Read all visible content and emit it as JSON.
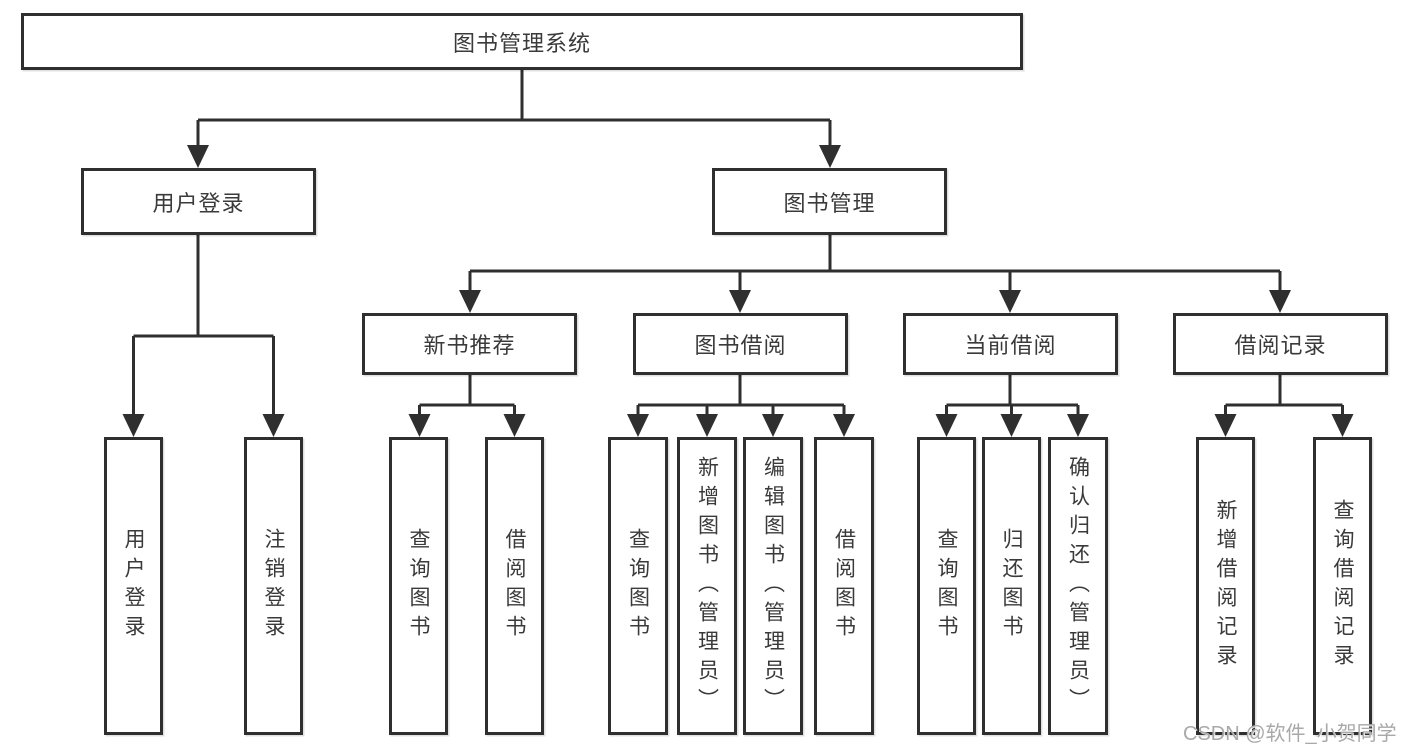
{
  "tree": {
    "label": "图书管理系统",
    "children": [
      {
        "label": "用户登录",
        "children": [
          {
            "label": "用户登录"
          },
          {
            "label": "注销登录"
          }
        ]
      },
      {
        "label": "图书管理",
        "children": [
          {
            "label": "新书推荐",
            "children": [
              {
                "label": "查询图书"
              },
              {
                "label": "借阅图书"
              }
            ]
          },
          {
            "label": "图书借阅",
            "children": [
              {
                "label": "查询图书"
              },
              {
                "label": "新增图书（管理员）"
              },
              {
                "label": "编辑图书（管理员）"
              },
              {
                "label": "借阅图书"
              }
            ]
          },
          {
            "label": "当前借阅",
            "children": [
              {
                "label": "查询图书"
              },
              {
                "label": "归还图书"
              },
              {
                "label": "确认归还（管理员）"
              }
            ]
          },
          {
            "label": "借阅记录",
            "children": [
              {
                "label": "新增借阅记录"
              },
              {
                "label": "查询借阅记录"
              }
            ]
          }
        ]
      }
    ]
  },
  "watermark": {
    "text": "CSDN @软件_小贺同学"
  },
  "colors": {
    "line": "#2f2f2f",
    "box_border": "#2f2f2f",
    "box_fill": "#ffffff",
    "text": "#3a3a3a",
    "background": "#ffffff",
    "watermark_text": "#a9a9a9"
  }
}
